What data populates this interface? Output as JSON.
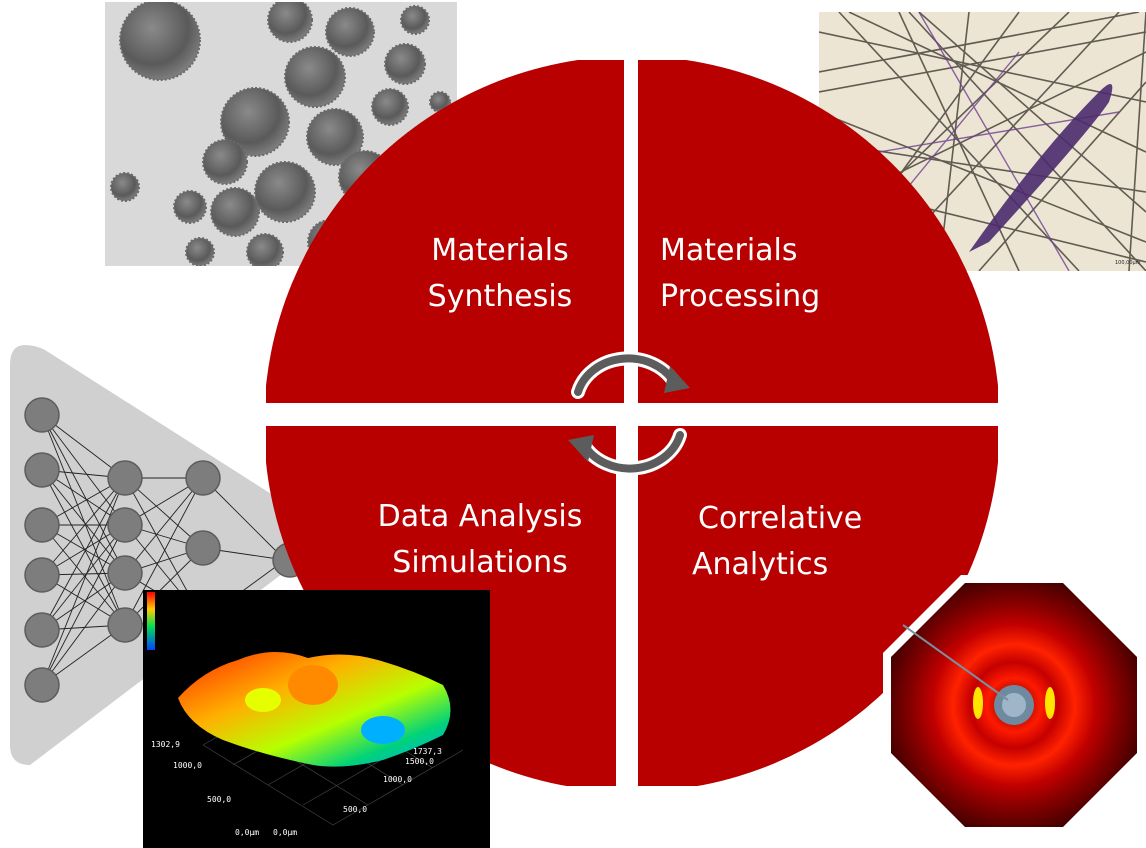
{
  "colors": {
    "quadrant": "#b80000",
    "divider": "#ffffff",
    "arrow": "#5c5c5c"
  },
  "quadrants": {
    "top_left": {
      "line1": "Materials",
      "line2": "Synthesis"
    },
    "top_right": {
      "line1": "Materials",
      "line2": "Processing"
    },
    "bottom_left": {
      "line1": "Data Analysis",
      "line2": "Simulations"
    },
    "bottom_right": {
      "line1": "Correlative",
      "line2": "Analytics"
    }
  },
  "images": {
    "particles": {
      "icon": "nanoparticle-micrograph"
    },
    "fibers": {
      "icon": "fiber-mesh-micrograph",
      "scalebar": "100,00µm"
    },
    "neural_network": {
      "icon": "neural-network-diagram"
    },
    "surface_plot": {
      "icon": "3d-surface-topography-plot",
      "tick_1302": "1302,9",
      "tick_1000_left": "1000,0",
      "tick_500_left": "500,0",
      "tick_0_left": "0,0µm",
      "tick_0_right": "0,0µm",
      "tick_500_right": "500,0",
      "tick_1000_right": "1000,0",
      "tick_1500": "1500,0",
      "tick_1737": "1737,3"
    },
    "scattering": {
      "icon": "x-ray-scattering-pattern"
    }
  }
}
